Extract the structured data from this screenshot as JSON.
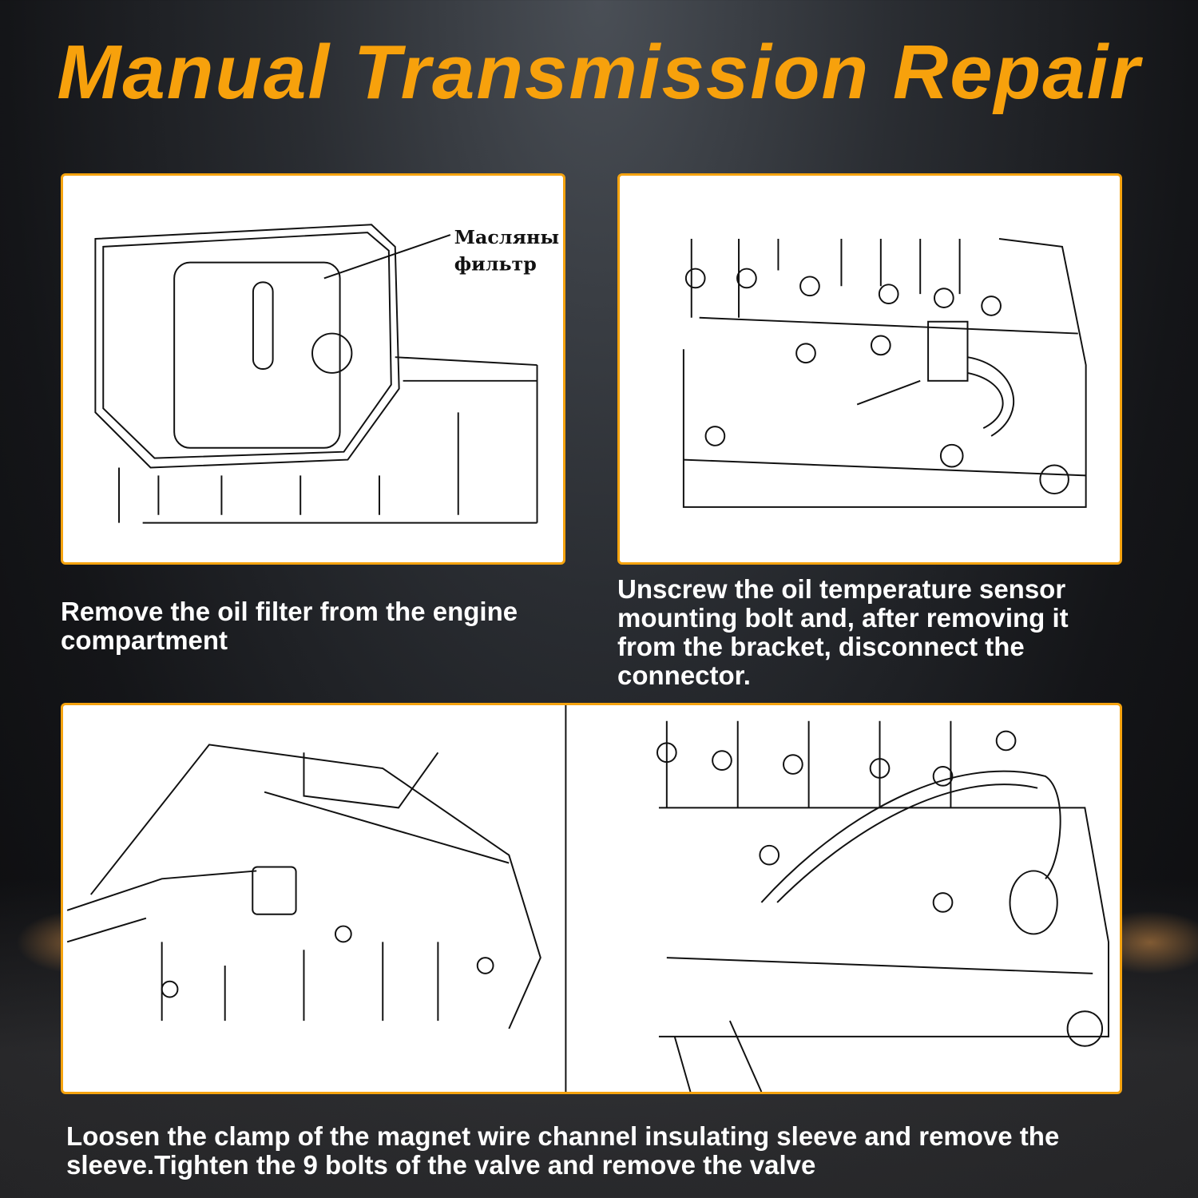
{
  "title": "Manual Transmission Repair",
  "steps": [
    {
      "caption": "Remove the oil filter from the engine compartment",
      "diagram_label": "Масляны фильтр"
    },
    {
      "caption": "Unscrew the oil temperature sensor mounting bolt and, after removing it from the bracket, disconnect the connector."
    },
    {
      "caption": "Loosen the clamp of the magnet wire channel insulating sleeve and remove the sleeve.Tighten the 9 bolts of the valve and remove the valve"
    }
  ],
  "colors": {
    "accent": "#f7a10c",
    "text": "#ffffff"
  }
}
